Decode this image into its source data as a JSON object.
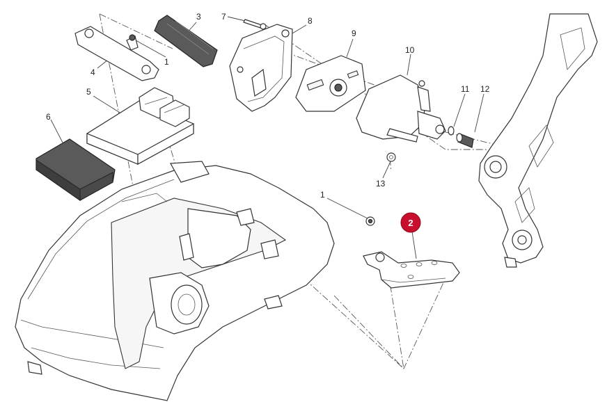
{
  "callouts": [
    {
      "id": "1a",
      "text": "1"
    },
    {
      "id": "3",
      "text": "3"
    },
    {
      "id": "4",
      "text": "4"
    },
    {
      "id": "5",
      "text": "5"
    },
    {
      "id": "6",
      "text": "6"
    },
    {
      "id": "7",
      "text": "7"
    },
    {
      "id": "8",
      "text": "8"
    },
    {
      "id": "9",
      "text": "9"
    },
    {
      "id": "10",
      "text": "10"
    },
    {
      "id": "11",
      "text": "11"
    },
    {
      "id": "12",
      "text": "12"
    },
    {
      "id": "13",
      "text": "13"
    },
    {
      "id": "1b",
      "text": "1"
    }
  ],
  "highlight": {
    "text": "2",
    "color": "#c8102e"
  },
  "colors": {
    "line": "#333333",
    "dark_part": "#5a5a5a"
  }
}
